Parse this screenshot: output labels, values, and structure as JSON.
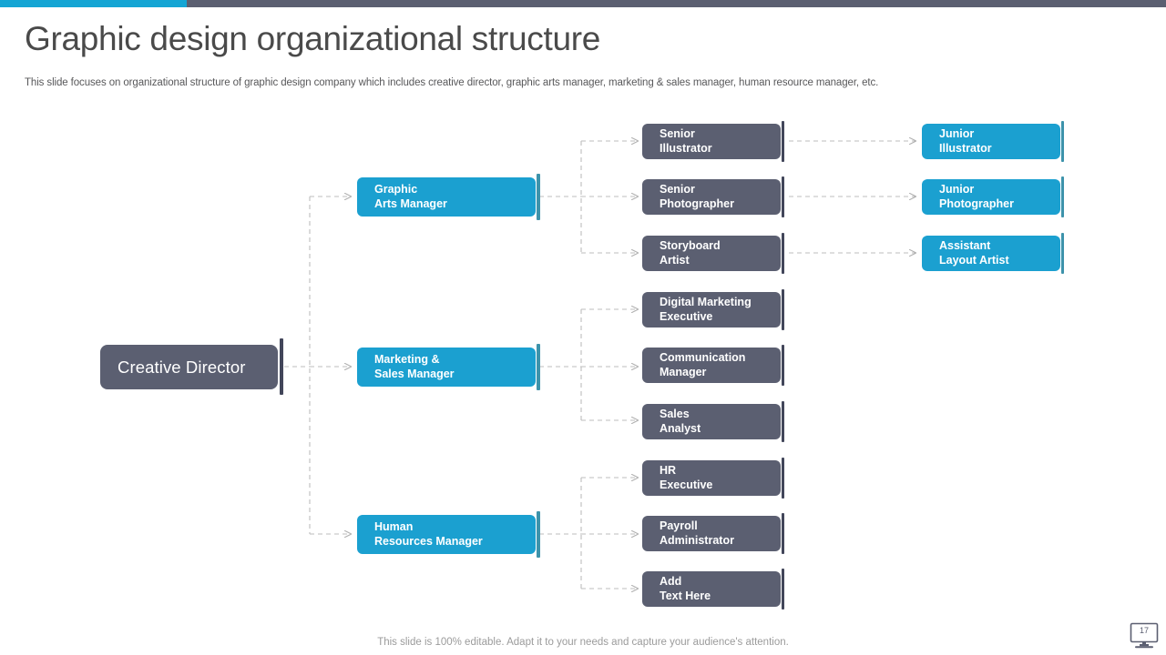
{
  "header": {
    "title": "Graphic design organizational structure",
    "subtitle": "This slide focuses on organizational structure of graphic design company which includes creative director, graphic arts manager, marketing & sales manager, human resource manager, etc."
  },
  "footer": {
    "note": "This slide is 100% editable. Adapt it to your needs and capture your audience's attention.",
    "page_number": "17"
  },
  "colors": {
    "accent_cyan": "#1ba0d0",
    "accent_gray": "#5b5f71",
    "bar_teal": "#3d93ab",
    "bar_dark": "#42465a",
    "connector": "#b9b9b9"
  },
  "chart_data": {
    "type": "diagram",
    "title": "Graphic design organizational structure",
    "root": {
      "label": "Creative Director"
    },
    "branches": [
      {
        "manager": "Graphic\nArts Manager",
        "reports": [
          {
            "label": "Senior\nIllustrator",
            "sub": "Junior\nIllustrator"
          },
          {
            "label": "Senior\nPhotographer",
            "sub": "Junior\nPhotographer"
          },
          {
            "label": "Storyboard\nArtist",
            "sub": "Assistant\nLayout Artist"
          }
        ]
      },
      {
        "manager": "Marketing &\nSales Manager",
        "reports": [
          {
            "label": "Digital Marketing\nExecutive",
            "sub": null
          },
          {
            "label": "Communication\nManager",
            "sub": null
          },
          {
            "label": "Sales\nAnalyst",
            "sub": null
          }
        ]
      },
      {
        "manager": "Human\nResources Manager",
        "reports": [
          {
            "label": "HR\nExecutive",
            "sub": null
          },
          {
            "label": "Payroll\nAdministrator",
            "sub": null
          },
          {
            "label": "Add\nText Here",
            "sub": null
          }
        ]
      }
    ]
  }
}
